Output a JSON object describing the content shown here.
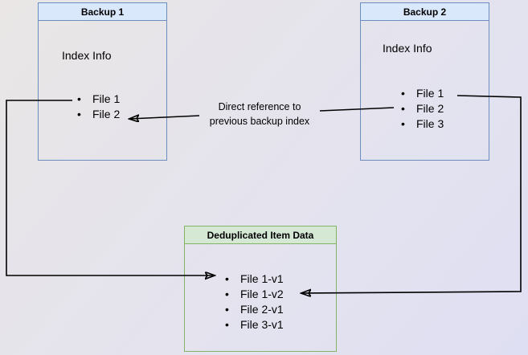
{
  "colors": {
    "blue_fill": "#dae8fc",
    "blue_border": "#6c8ebf",
    "green_fill": "#d5e8d4",
    "green_border": "#82b366",
    "line": "#000000",
    "background_from": "#e9e6e5",
    "background_to": "#dfdff3"
  },
  "boxes": {
    "backup1": {
      "title": "Backup 1",
      "subtitle": "Index Info",
      "items": [
        "File 1",
        "File 2"
      ]
    },
    "backup2": {
      "title": "Backup 2",
      "subtitle": "Index Info",
      "items": [
        "File 1",
        "File 2",
        "File 3"
      ]
    },
    "dedup": {
      "title": "Deduplicated Item Data",
      "items": [
        "File 1-v1",
        "File 1-v2",
        "File 2-v1",
        "File 3-v1"
      ]
    }
  },
  "edge_label": {
    "line1": "Direct reference to",
    "line2": "previous backup index"
  },
  "bullet": "•"
}
